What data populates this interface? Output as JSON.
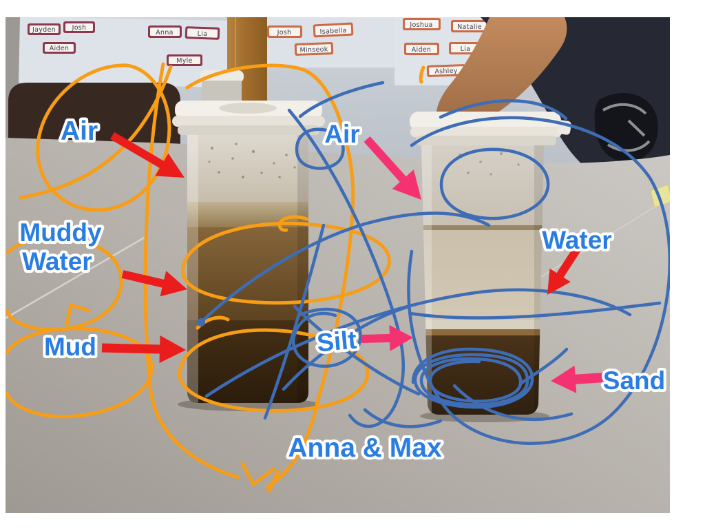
{
  "colors": {
    "pen_orange": "#f79d16",
    "pen_blue": "#3e6db5",
    "arrow_red": "#ea1c1c",
    "arrow_pink": "#f43272",
    "label_blue": "#2a7de1",
    "label_outline": "#ffffff"
  },
  "name_tags": {
    "left_board": [
      "Jayden",
      "Josh",
      "Aiden",
      "Anna",
      "Lia",
      "Myle"
    ],
    "middle_board": [
      "Josh",
      "Isabella",
      "Minseok"
    ],
    "right_board": [
      "Joshua",
      "Natalie",
      "Aiden",
      "Lia",
      "Ashley"
    ]
  },
  "labels": {
    "air_left": "Air",
    "muddy_water_line1": "Muddy",
    "muddy_water_line2": "Water",
    "mud": "Mud",
    "air_right": "Air",
    "silt": "Silt",
    "water": "Water",
    "sand": "Sand",
    "team": "Anna & Max"
  }
}
